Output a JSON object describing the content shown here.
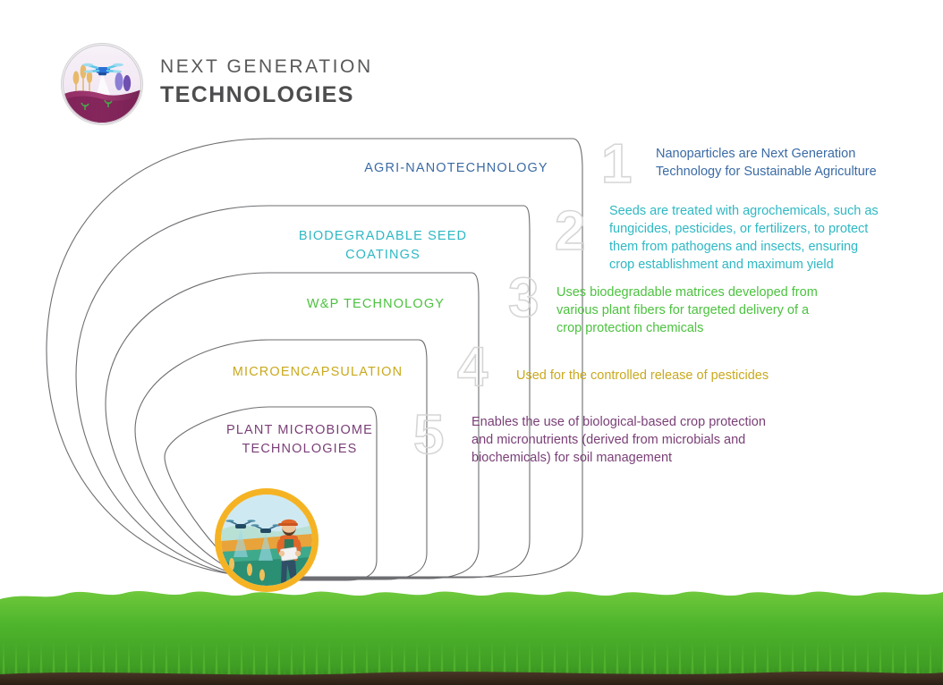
{
  "brand": {
    "line1": "NEXT GENERATION",
    "line2": "TECHNOLOGIES",
    "logo_icon": "drone-over-field-icon"
  },
  "colors": {
    "row1": "#3b6ba5",
    "row2": "#2eb8c4",
    "row3": "#4cc23f",
    "row4": "#c9a91e",
    "row5": "#7a3f77",
    "arc_stroke": "#6d6e71",
    "number_outline": "#d6d6d6",
    "accent_ring": "#f5b324",
    "grass": "#4fae2f"
  },
  "rows": [
    {
      "number": "1",
      "label": "AGRI-NANOTECHNOLOGY",
      "description": "Nanoparticles are Next Generation\nTechnology for Sustainable Agriculture"
    },
    {
      "number": "2",
      "label": "BIODEGRADABLE SEED COATINGS",
      "description": "Seeds are treated with agrochemicals, such as\nfungicides, pesticides, or fertilizers, to protect\nthem from pathogens and insects, ensuring\ncrop establishment and maximum yield"
    },
    {
      "number": "3",
      "label": "W&P TECHNOLOGY",
      "description": "Uses biodegradable matrices developed from\nvarious plant fibers for targeted delivery of a\ncrop protection chemicals"
    },
    {
      "number": "4",
      "label": "MICROENCAPSULATION",
      "description": "Used for the controlled release of pesticides"
    },
    {
      "number": "5",
      "label": "PLANT MICROBIOME\nTECHNOLOGIES",
      "description": "Enables the use of biological-based crop protection\nand micronutrients (derived from microbials and\nbiochemicals) for soil management"
    }
  ],
  "bottom_badge": {
    "icon": "farmer-with-drones-icon"
  },
  "footer": {
    "ground_icon": "grass-field-icon"
  }
}
